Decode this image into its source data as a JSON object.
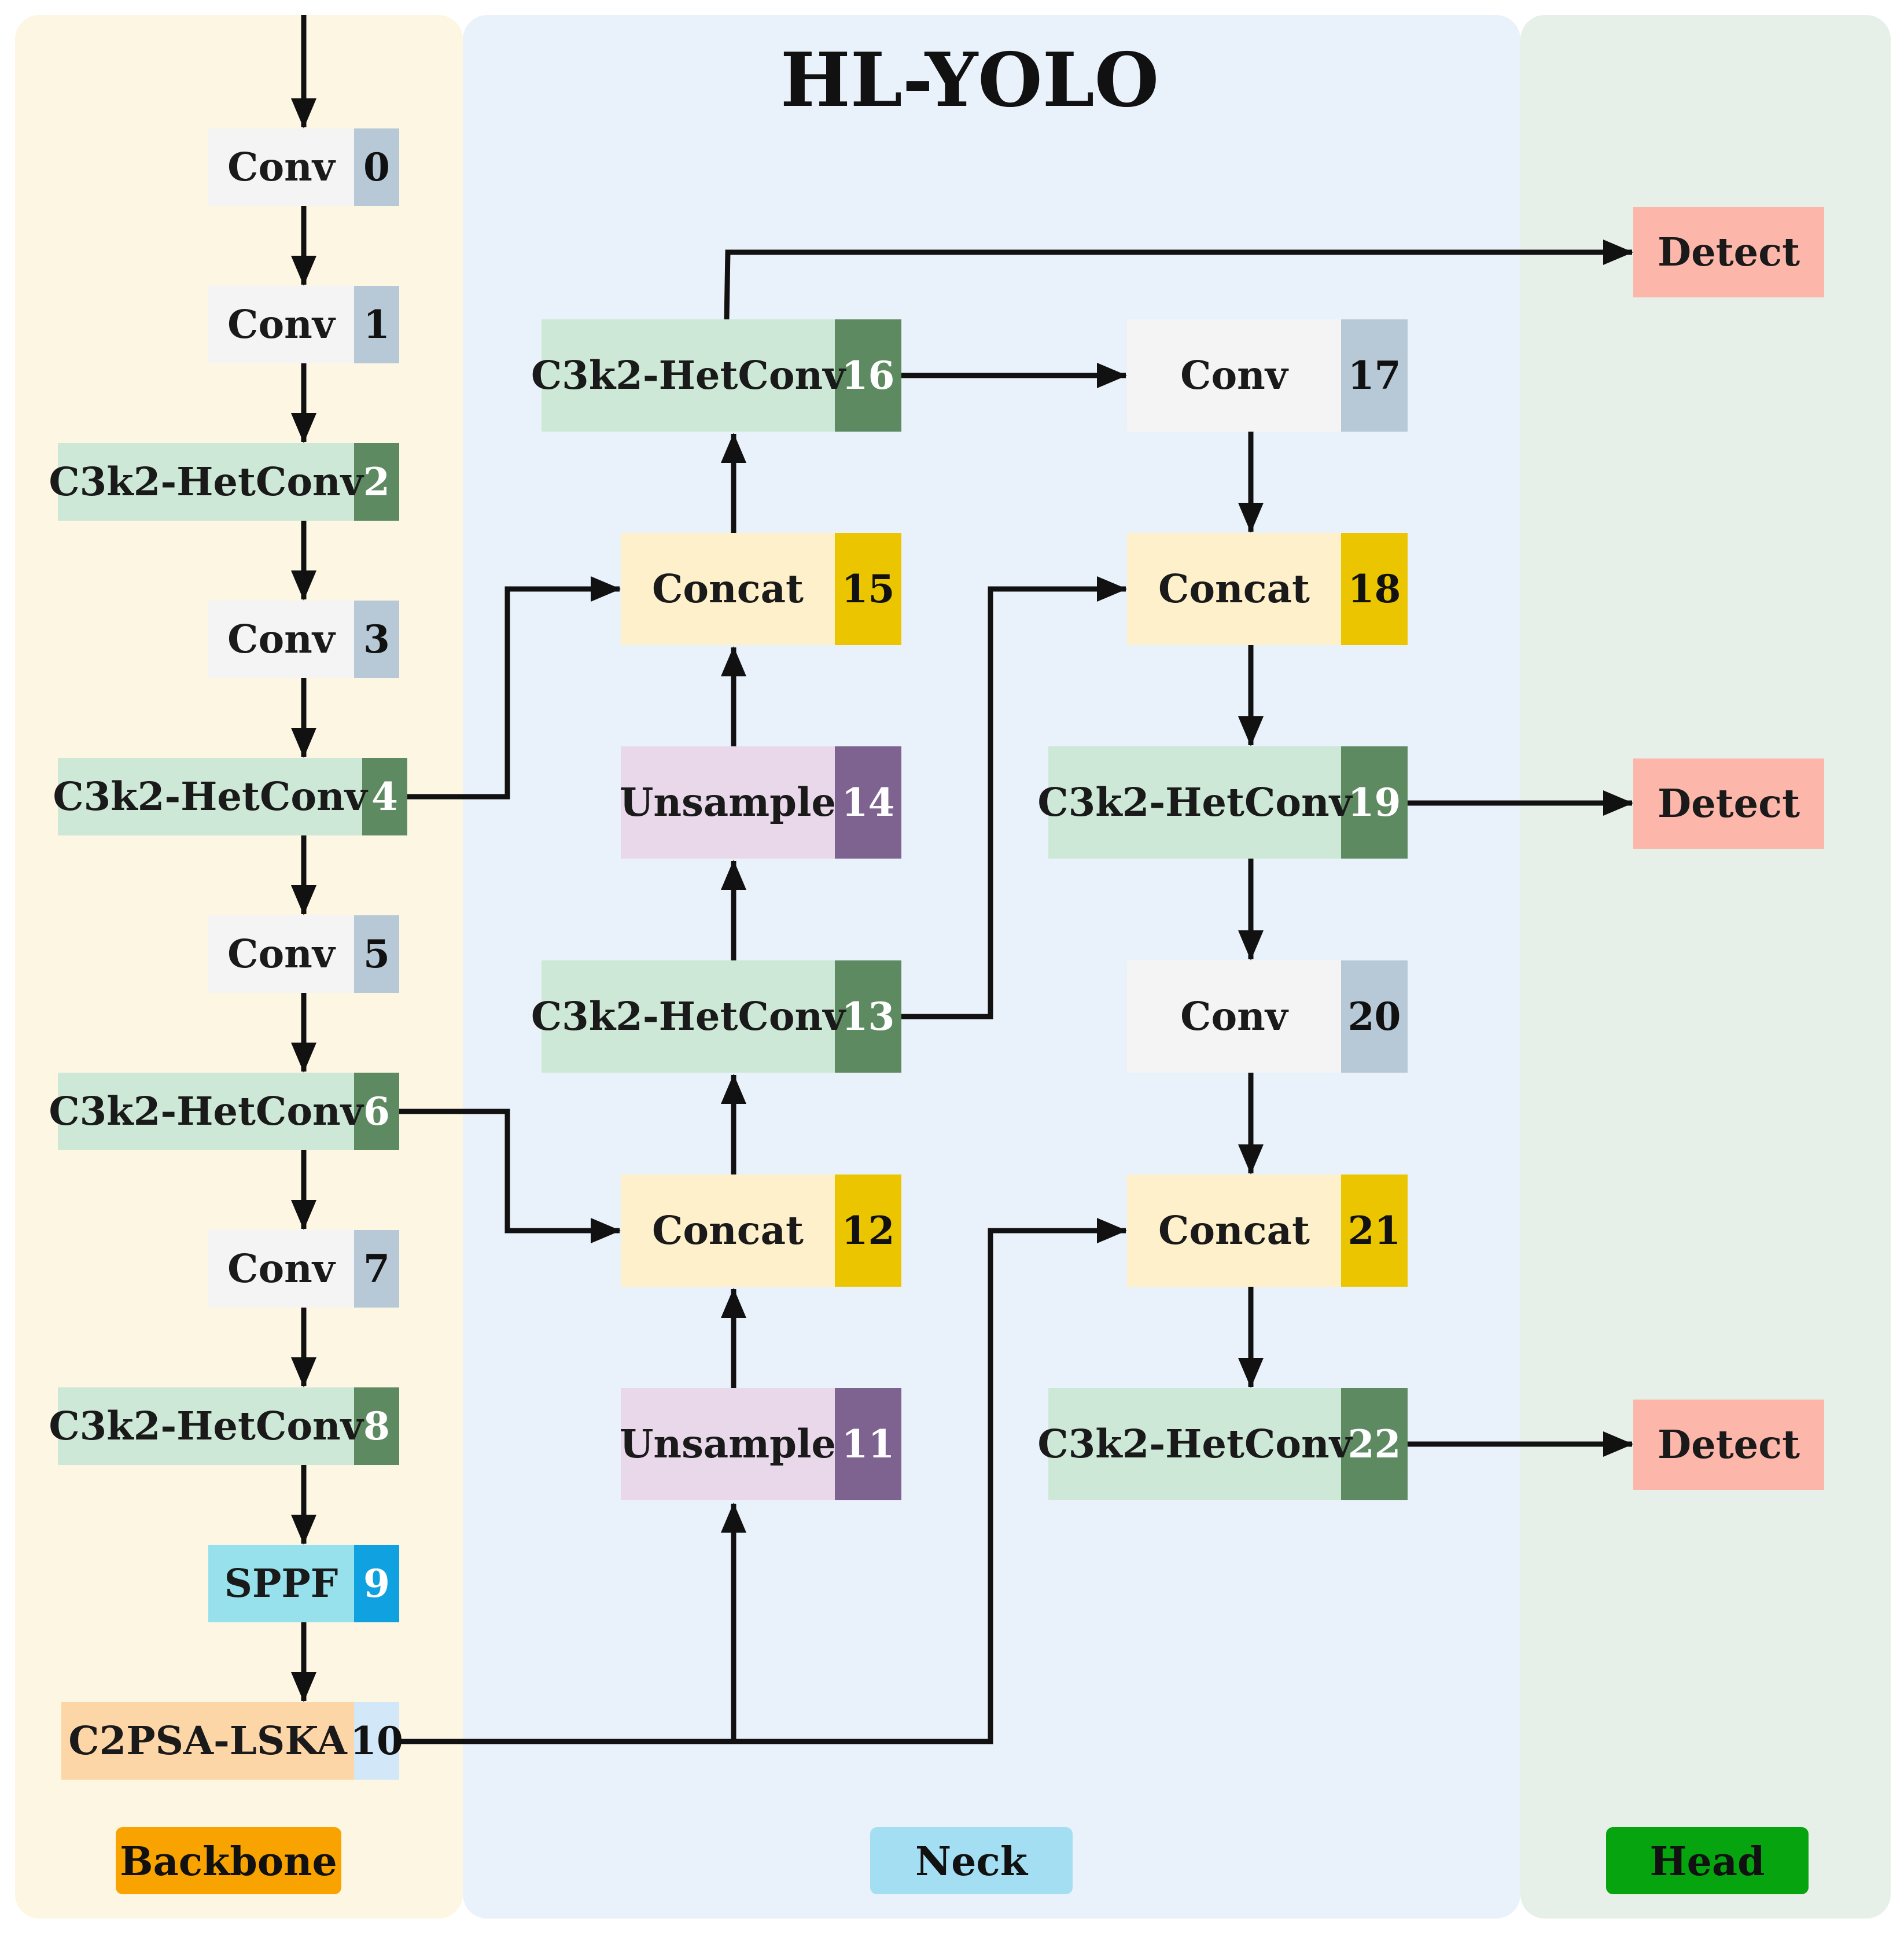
{
  "title": "HL-YOLO",
  "colors": {
    "backbone_bg": "#fdf6e3",
    "neck_bg": "#e9f1fb",
    "head_bg": "#e6f0e8",
    "conv": "#f4f4f4",
    "conv_idx": "#b7c9d6",
    "c3k2": "#cde8d6",
    "c3k2_idx": "#5e8a62",
    "concat": "#fff0cc",
    "concat_idx": "#ebc600",
    "upsample": "#e8d8ea",
    "upsample_idx": "#7e6290",
    "sppf": "#96e1ec",
    "sppf_idx": "#10a2e0",
    "c2psa": "#fdd6a8",
    "c2psa_idx": "#d2e7f8",
    "detect": "#fcb6aa",
    "backbone_tag": "#f9a300",
    "neck_tag": "#a3def2",
    "head_tag": "#06a40e"
  },
  "sections": {
    "backbone": "Backbone",
    "neck": "Neck",
    "head": "Head"
  },
  "modules": [
    {
      "id": 0,
      "label": "Conv",
      "index": "0",
      "kind": "conv"
    },
    {
      "id": 1,
      "label": "Conv",
      "index": "1",
      "kind": "conv"
    },
    {
      "id": 2,
      "label": "C3k2-HetConv",
      "index": "2",
      "kind": "c3k2"
    },
    {
      "id": 3,
      "label": "Conv",
      "index": "3",
      "kind": "conv"
    },
    {
      "id": 4,
      "label": "C3k2-HetConv",
      "index": "4",
      "kind": "c3k2"
    },
    {
      "id": 5,
      "label": "Conv",
      "index": "5",
      "kind": "conv"
    },
    {
      "id": 6,
      "label": "C3k2-HetConv",
      "index": "6",
      "kind": "c3k2"
    },
    {
      "id": 7,
      "label": "Conv",
      "index": "7",
      "kind": "conv"
    },
    {
      "id": 8,
      "label": "C3k2-HetConv",
      "index": "8",
      "kind": "c3k2"
    },
    {
      "id": 9,
      "label": "SPPF",
      "index": "9",
      "kind": "sppf"
    },
    {
      "id": 10,
      "label": "C2PSA-LSKA",
      "index": "10",
      "kind": "c2psa"
    },
    {
      "id": 11,
      "label": "Unsample",
      "index": "11",
      "kind": "upsample"
    },
    {
      "id": 12,
      "label": "Concat",
      "index": "12",
      "kind": "concat"
    },
    {
      "id": 13,
      "label": "C3k2-HetConv",
      "index": "13",
      "kind": "c3k2"
    },
    {
      "id": 14,
      "label": "Unsample",
      "index": "14",
      "kind": "upsample"
    },
    {
      "id": 15,
      "label": "Concat",
      "index": "15",
      "kind": "concat"
    },
    {
      "id": 16,
      "label": "C3k2-HetConv",
      "index": "16",
      "kind": "c3k2"
    },
    {
      "id": 17,
      "label": "Conv",
      "index": "17",
      "kind": "conv"
    },
    {
      "id": 18,
      "label": "Concat",
      "index": "18",
      "kind": "concat"
    },
    {
      "id": 19,
      "label": "C3k2-HetConv",
      "index": "19",
      "kind": "c3k2"
    },
    {
      "id": 20,
      "label": "Conv",
      "index": "20",
      "kind": "conv"
    },
    {
      "id": 21,
      "label": "Concat",
      "index": "21",
      "kind": "concat"
    },
    {
      "id": 22,
      "label": "C3k2-HetConv",
      "index": "22",
      "kind": "c3k2"
    }
  ],
  "detect_heads": [
    {
      "label": "Detect",
      "source": 16
    },
    {
      "label": "Detect",
      "source": 19
    },
    {
      "label": "Detect",
      "source": 22
    }
  ],
  "connections": [
    {
      "from": "input",
      "to": 0
    },
    {
      "from": 0,
      "to": 1
    },
    {
      "from": 1,
      "to": 2
    },
    {
      "from": 2,
      "to": 3
    },
    {
      "from": 3,
      "to": 4
    },
    {
      "from": 4,
      "to": 5
    },
    {
      "from": 5,
      "to": 6
    },
    {
      "from": 6,
      "to": 7
    },
    {
      "from": 7,
      "to": 8
    },
    {
      "from": 8,
      "to": 9
    },
    {
      "from": 9,
      "to": 10
    },
    {
      "from": 10,
      "to": 11
    },
    {
      "from": 11,
      "to": 12
    },
    {
      "from": 6,
      "to": 12
    },
    {
      "from": 12,
      "to": 13
    },
    {
      "from": 13,
      "to": 14
    },
    {
      "from": 14,
      "to": 15
    },
    {
      "from": 4,
      "to": 15
    },
    {
      "from": 15,
      "to": 16
    },
    {
      "from": 16,
      "to": 17
    },
    {
      "from": 17,
      "to": 18
    },
    {
      "from": 13,
      "to": 18
    },
    {
      "from": 18,
      "to": 19
    },
    {
      "from": 19,
      "to": 20
    },
    {
      "from": 20,
      "to": 21
    },
    {
      "from": 10,
      "to": 21
    },
    {
      "from": 21,
      "to": 22
    },
    {
      "from": 16,
      "to": "detect-0"
    },
    {
      "from": 19,
      "to": "detect-1"
    },
    {
      "from": 22,
      "to": "detect-2"
    }
  ]
}
